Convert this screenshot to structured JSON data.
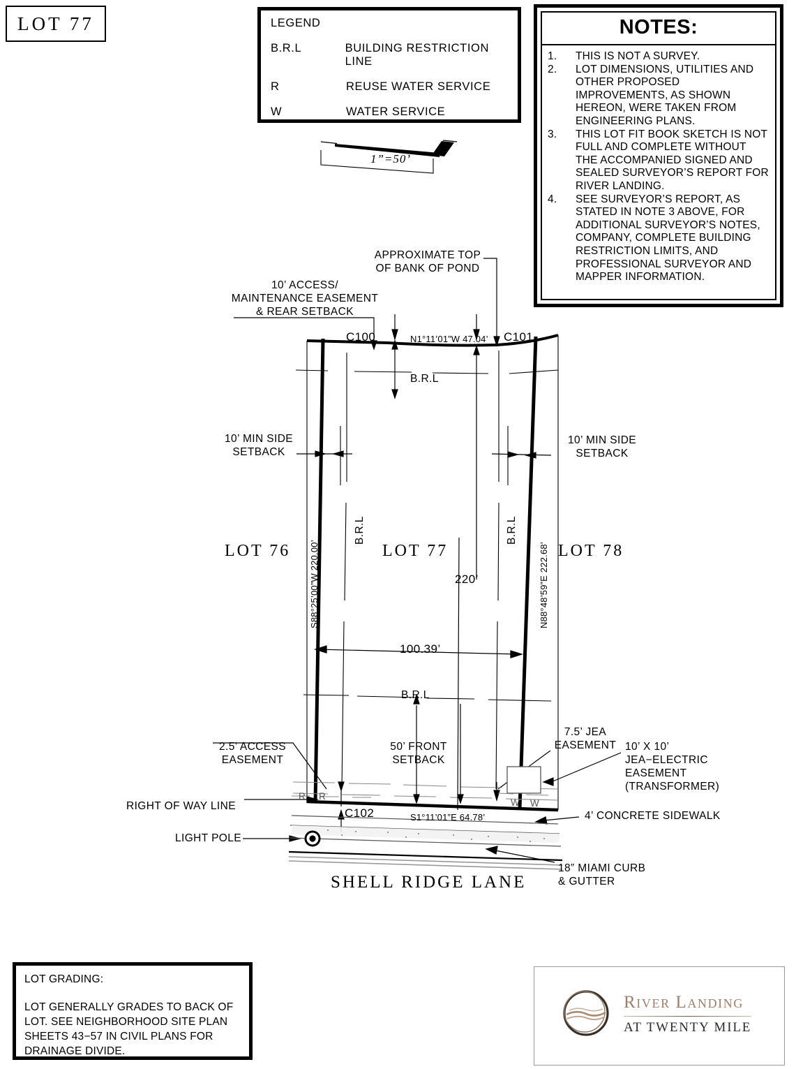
{
  "lot_title": "LOT  77",
  "legend": {
    "title": "LEGEND",
    "rows": [
      {
        "key": "B.R.L",
        "value": "BUILDING RESTRICTION LINE"
      },
      {
        "key": "R",
        "value": "REUSE WATER SERVICE"
      },
      {
        "key": "W",
        "value": "WATER SERVICE"
      }
    ]
  },
  "scale": {
    "label": "1”=50’"
  },
  "notes": {
    "heading": "NOTES:",
    "items": [
      {
        "num": "1.",
        "text": "THIS IS NOT A SURVEY."
      },
      {
        "num": "2.",
        "text": "LOT DIMENSIONS, UTILITIES AND OTHER PROPOSED IMPROVEMENTS, AS SHOWN HEREON, WERE TAKEN FROM ENGINEERING PLANS."
      },
      {
        "num": "3.",
        "text": "THIS LOT FIT BOOK SKETCH IS NOT FULL AND COMPLETE WITHOUT THE ACCOMPANIED SIGNED AND SEALED SURVEYOR’S REPORT FOR RIVER LANDING."
      },
      {
        "num": "4.",
        "text": "SEE SURVEYOR’S REPORT, AS STATED IN NOTE 3 ABOVE, FOR ADDITIONAL SURVEYOR’S NOTES, COMPANY, COMPLETE BUILDING RESTRICTION LIMITS, AND PROFESSIONAL SURVEYOR AND MAPPER INFORMATION."
      }
    ]
  },
  "grading": {
    "title": "LOT GRADING:",
    "text": "LOT GENERALLY GRADES TO BACK OF LOT. SEE NEIGHBORHOOD SITE PLAN SHEETS 43−57 IN CIVIL PLANS FOR DRAINAGE DIVIDE."
  },
  "logo": {
    "line1": "River Landing",
    "line2": "AT TWENTY MILE"
  },
  "plan": {
    "callouts": {
      "top_of_bank": "APPROXIMATE TOP\nOF BANK OF POND",
      "access_maintenance": "10’ ACCESS/\nMAINTENANCE EASEMENT\n& REAR SETBACK",
      "side_setback_left": "10’ MIN SIDE\nSETBACK",
      "side_setback_right": "10’ MIN SIDE\nSETBACK",
      "front_setback": "50’ FRONT\nSETBACK",
      "access_easement": "2.5’ ACCESS\nEASEMENT",
      "right_of_way": "RIGHT OF WAY LINE",
      "light_pole": "LIGHT POLE",
      "jea_easement": "7.5’ JEA\nEASEMENT",
      "jea_electric": "10’ X 10’\nJEA−ELECTRIC\nEASEMENT\n(TRANSFORMER)",
      "sidewalk": "4’ CONCRETE SIDEWALK",
      "curb": "18” MIAMI CURB\n& GUTTER"
    },
    "lots": {
      "left": "LOT 76",
      "center": "LOT 77",
      "right": "LOT 78"
    },
    "street": "SHELL RIDGE LANE",
    "brl_labels": {
      "top": "B.R.L",
      "left_vert": "B.R.L",
      "right_vert": "B.R.L",
      "bottom": "B.R.L"
    },
    "curves": {
      "c100": "C100",
      "c101": "C101",
      "c102": "C102"
    },
    "bearings": {
      "rear": "N1°11’01”W 47.04’",
      "left": "S88°25’00”W 220.00’",
      "right": "N88°48’59”E 222.68’",
      "front": "S1°11’01”E 64.78’"
    },
    "dimensions": {
      "depth": "220’",
      "width": "100.39’"
    },
    "service_marks": {
      "reuse_left": "R",
      "reuse_right": "R",
      "water_left": "W",
      "water_right": "W"
    }
  }
}
